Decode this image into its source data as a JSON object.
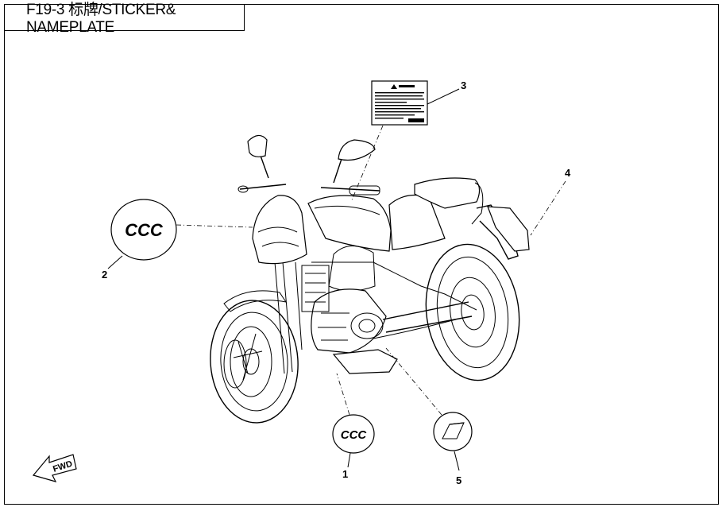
{
  "title": "F19-3 标牌/STICKER& NAMEPLATE",
  "callouts": [
    {
      "id": "1",
      "label": "1"
    },
    {
      "id": "2",
      "label": "2"
    },
    {
      "id": "3",
      "label": "3"
    },
    {
      "id": "4",
      "label": "4"
    },
    {
      "id": "5",
      "label": "5"
    }
  ],
  "ccc_logo_text": "CCC",
  "fwd_label": "FWD",
  "icons": {
    "motorcycle": "motorcycle-drawing",
    "warning_label": "warning-label-icon",
    "fwd_arrow": "fwd-arrow-icon"
  }
}
